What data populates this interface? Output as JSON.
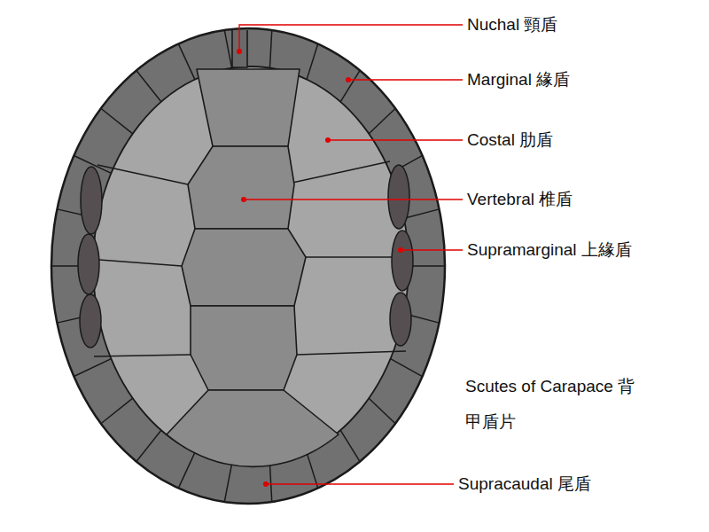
{
  "diagram": {
    "labels": [
      "Nuchal 頸盾",
      "Marginal 緣盾",
      "Costal 肋盾",
      "Vertebral 椎盾",
      "Supramarginal 上緣盾",
      "Scutes of Carapace 背甲盾片",
      "Supracaudal 尾盾"
    ]
  }
}
